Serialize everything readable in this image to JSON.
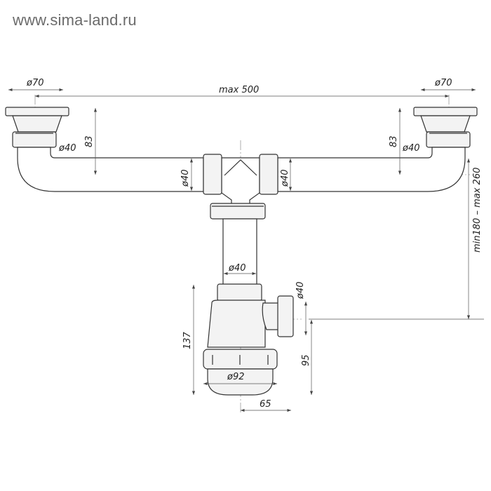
{
  "watermark": "www.sima-land.ru",
  "dimensions": {
    "strainer_left_diameter": "ø70",
    "strainer_right_diameter": "ø70",
    "max_width": "max 500",
    "drop_left": "83",
    "drop_right": "83",
    "outlet_left_diameter": "ø40",
    "outlet_right_diameter": "ø40",
    "pipe_left_diameter": "ø40",
    "pipe_right_diameter": "ø40",
    "riser_diameter": "ø40",
    "side_outlet_diameter": "ø40",
    "height_range": "min180 – max 260",
    "trap_height": "137",
    "outlet_height": "95",
    "cup_diameter": "ø92",
    "outlet_offset": "65"
  }
}
